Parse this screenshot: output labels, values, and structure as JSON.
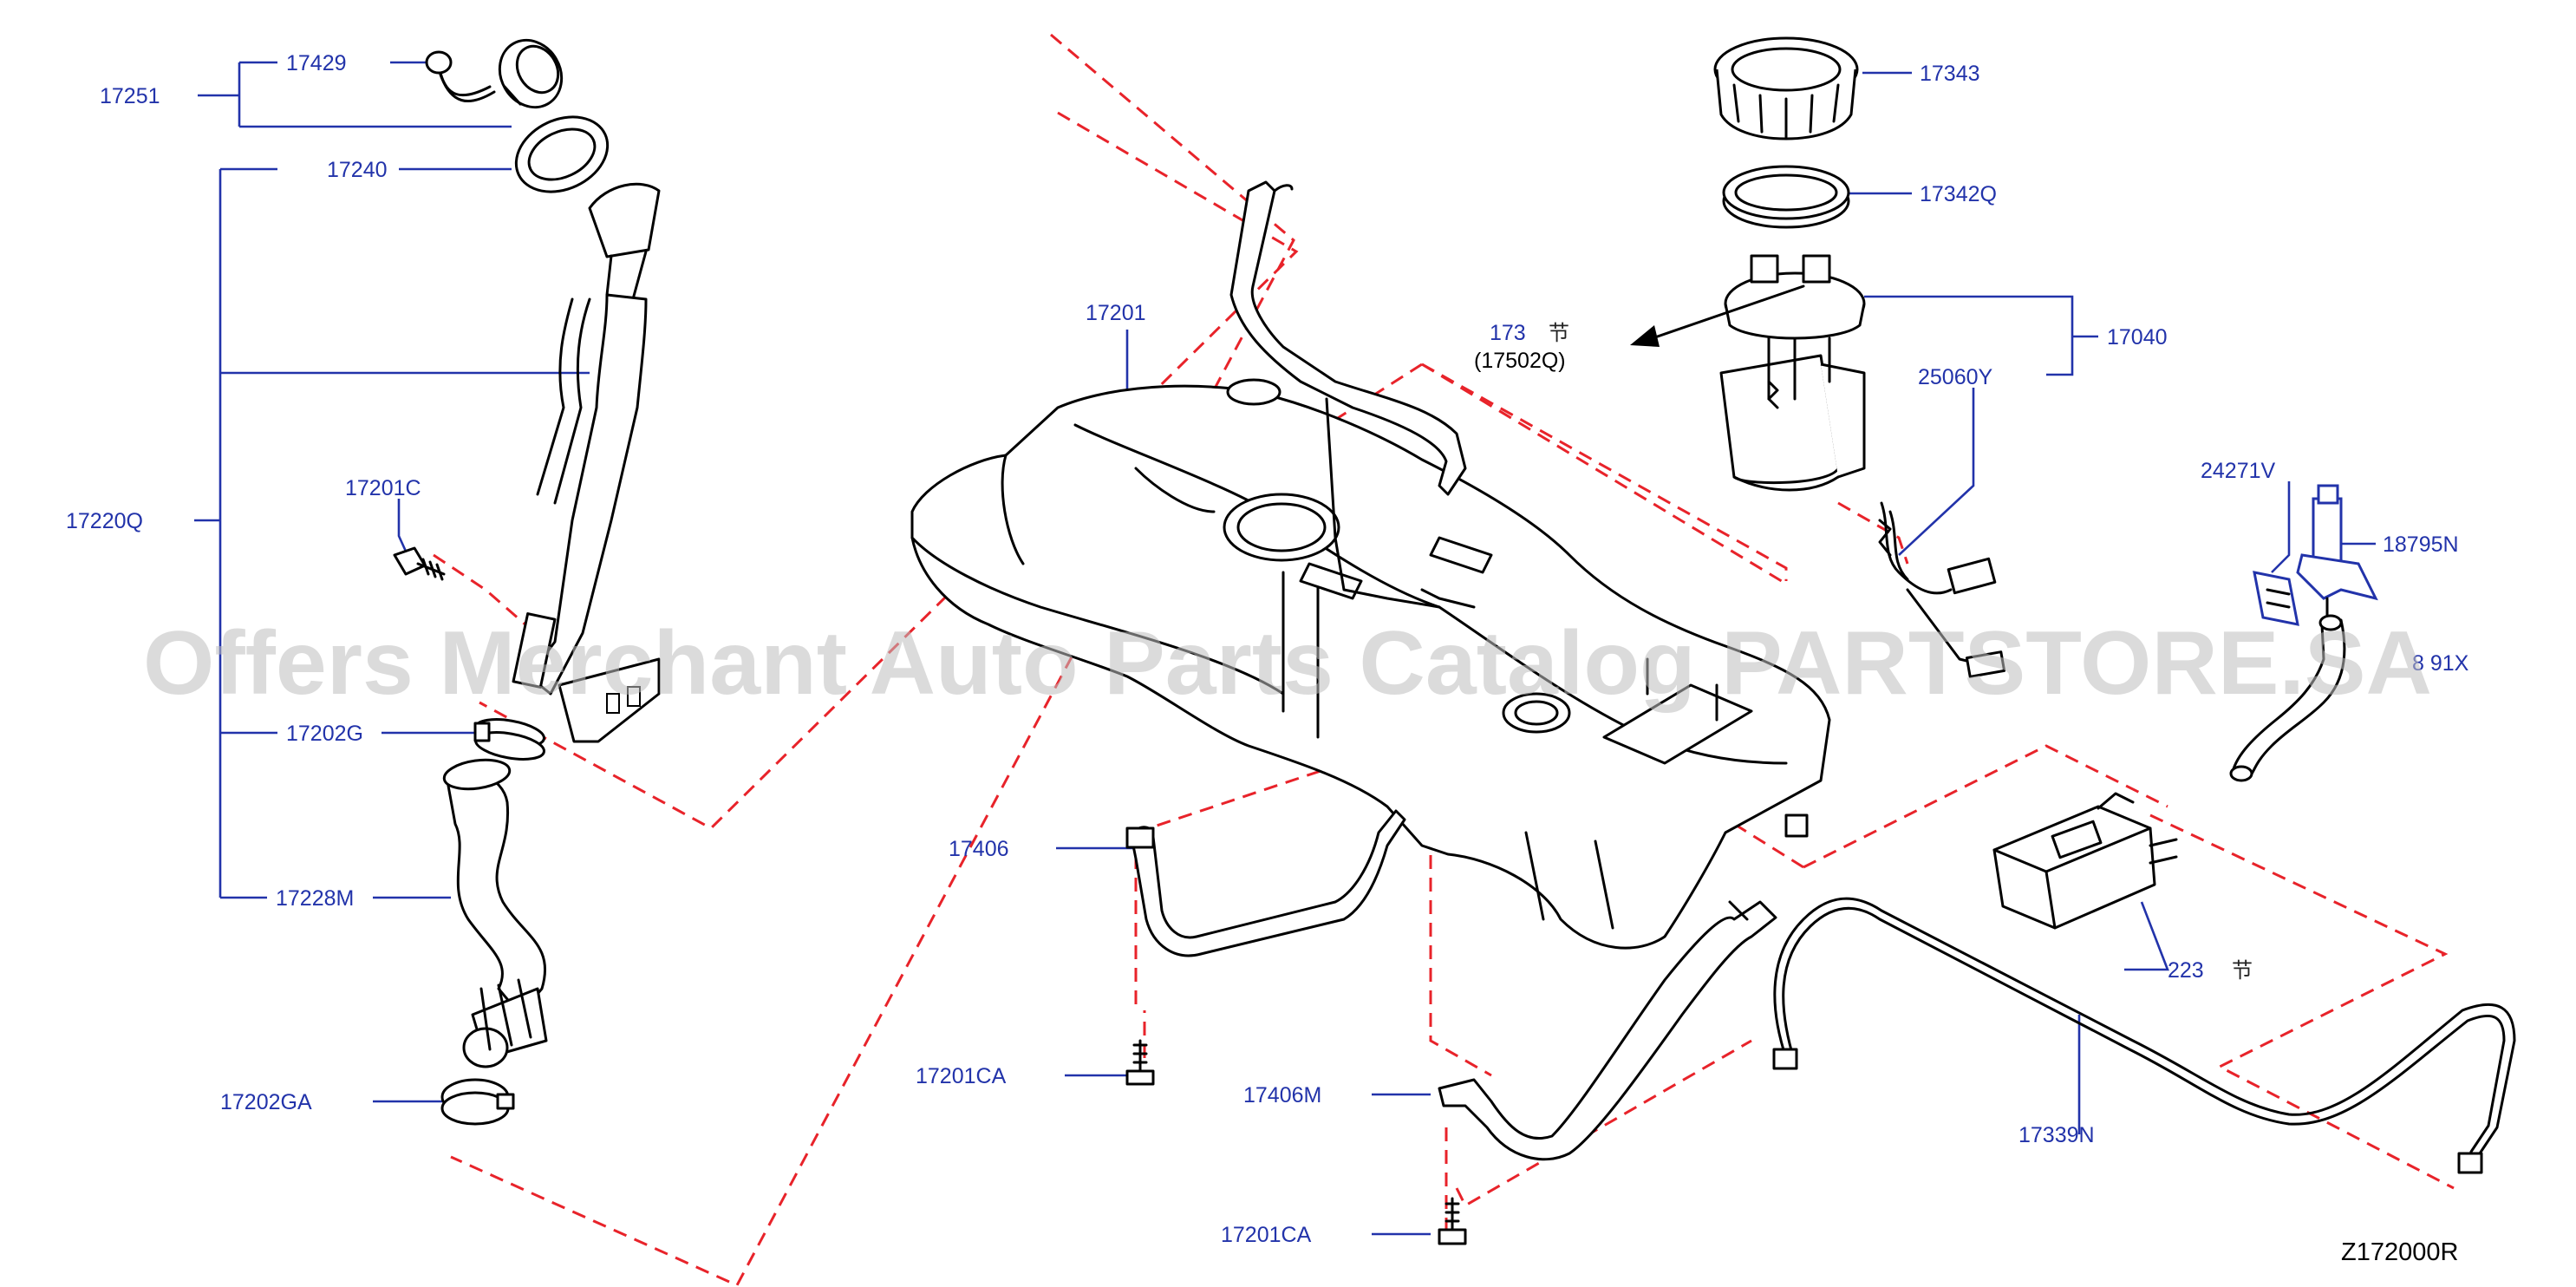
{
  "diagram": {
    "watermark": "Offers Merchant Auto Parts Catalog PARTSTORE.SA",
    "reference_code": "Z172000R",
    "labels": {
      "p17251": "17251",
      "p17429": "17429",
      "p17240": "17240",
      "p17220Q": "17220Q",
      "p17201C": "17201C",
      "p17202G": "17202G",
      "p17228M": "17228M",
      "p17202GA": "17202GA",
      "p17201": "17201",
      "p17406": "17406",
      "p17201CA_1": "17201CA",
      "p17406M": "17406M",
      "p17201CA_2": "17201CA",
      "p173": "173",
      "p173_mark": "节",
      "p17502Q": "(17502Q)",
      "p17343": "17343",
      "p17342Q": "17342Q",
      "p17040": "17040",
      "p25060Y": "25060Y",
      "p24271V": "24271V",
      "p18795N": "18795N",
      "p18791X": "8 91X",
      "p223": "223",
      "p223_mark": "节",
      "p17339N": "17339N"
    }
  },
  "colors": {
    "leader": "#2233aa",
    "phantom_line": "#e8232a",
    "part_outline": "#000000",
    "watermark": "#bfbfbf"
  }
}
